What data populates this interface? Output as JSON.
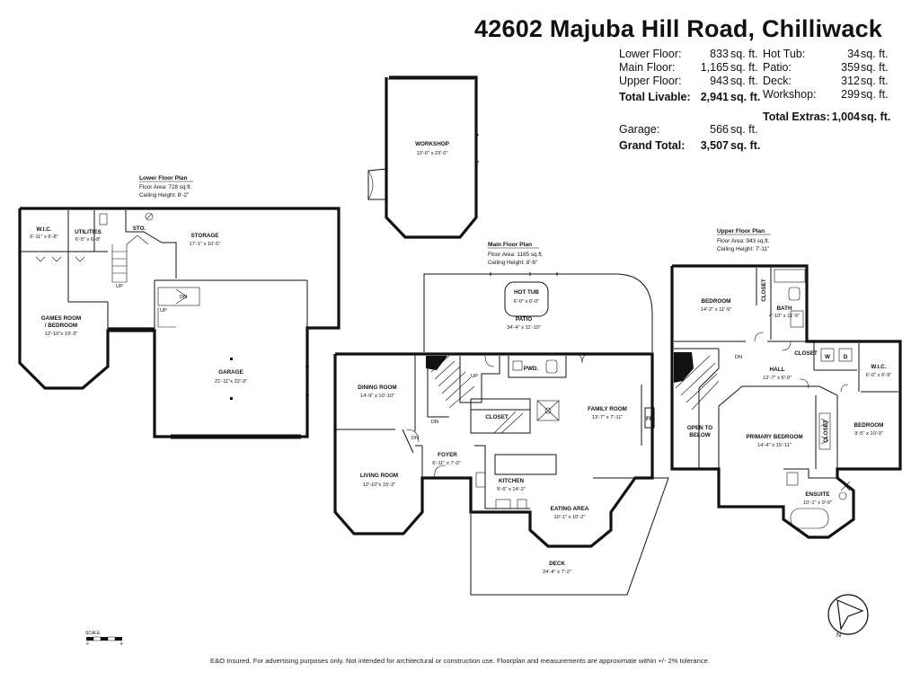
{
  "title": "42602 Majuba Hill Road, Chilliwack",
  "areas": {
    "left": [
      {
        "label": "Lower Floor:",
        "value": "833",
        "unit": "sq. ft.",
        "bold": false
      },
      {
        "label": "Main Floor:",
        "value": "1,165",
        "unit": "sq. ft.",
        "bold": false
      },
      {
        "label": "Upper Floor:",
        "value": "943",
        "unit": "sq. ft.",
        "bold": false
      },
      {
        "label": "Total Livable:",
        "value": "2,941",
        "unit": "sq. ft.",
        "bold": true
      },
      {
        "label": "Garage:",
        "value": "566",
        "unit": "sq. ft.",
        "bold": false
      },
      {
        "label": "Grand Total:",
        "value": "3,507",
        "unit": "sq. ft.",
        "bold": true
      }
    ],
    "right": [
      {
        "label": "Hot Tub:",
        "value": "34",
        "unit": "sq. ft.",
        "bold": false
      },
      {
        "label": "Patio:",
        "value": "359",
        "unit": "sq. ft.",
        "bold": false
      },
      {
        "label": "Deck:",
        "value": "312",
        "unit": "sq. ft.",
        "bold": false
      },
      {
        "label": "Workshop:",
        "value": "299",
        "unit": "sq. ft.",
        "bold": false
      },
      {
        "label": "Total Extras:",
        "value": "1,004",
        "unit": "sq. ft.",
        "bold": true
      }
    ]
  },
  "plans": {
    "lower": {
      "title": "Lower Floor Plan",
      "area": "Floor Area: 728 sq.ft.",
      "ceiling": "Ceiling Height: 8'-2\""
    },
    "main": {
      "title": "Main Floor Plan",
      "area": "Floor Area: 1165 sq.ft.",
      "ceiling": "Ceiling Height: 8'-6\""
    },
    "upper": {
      "title": "Upper Floor Plan",
      "area": "Floor Area: 943 sq.ft.",
      "ceiling": "Ceiling Height: 7'-11\""
    }
  },
  "rooms": {
    "workshop": {
      "name": "WORKSHOP",
      "dim": "13'-0\" x 23'-0\""
    },
    "wic_lower": {
      "name": "W.I.C.",
      "dim": "6'-11\" x 6'-8\""
    },
    "utilities": {
      "name": "UTILITIES",
      "dim": "6'-5\" x 6'-8\""
    },
    "sto": {
      "name": "STO."
    },
    "storage": {
      "name": "STORAGE",
      "dim": "17'-1\" x 10'-5\""
    },
    "games_room": {
      "name": "GAMES ROOM",
      "name2": "/ BEDROOM",
      "dim": "12'-10\"x 19'-3\""
    },
    "garage": {
      "name": "GARAGE",
      "dim": "21'-11\"x 22'-9\""
    },
    "hot_tub": {
      "name": "HOT TUB",
      "dim": "6'-0\" x 6'-0\""
    },
    "patio": {
      "name": "PATIO",
      "dim": "34'-4\" x 11'-10\""
    },
    "pwd": {
      "name": "PWD."
    },
    "dining_room": {
      "name": "DINING ROOM",
      "dim": "14'-9\" x 10'-10\""
    },
    "closet_main": {
      "name": "CLOSET"
    },
    "family_room": {
      "name": "FAMILY ROOM",
      "dim": "13'-7\" x 7'-11\""
    },
    "fp": {
      "name": "FP"
    },
    "foyer": {
      "name": "FOYER",
      "dim": "6'-11\" x 7'-0\""
    },
    "living_room": {
      "name": "LIVING ROOM",
      "dim": "12'-10\"x 15'-2\""
    },
    "kitchen": {
      "name": "KITCHEN",
      "dim": "9'-6\" x 14'-2\""
    },
    "eating_area": {
      "name": "EATING AREA",
      "dim": "10'-1\" x 10'-2\""
    },
    "deck": {
      "name": "DECK",
      "dim": "24'-4\" x 7'-2\""
    },
    "bedroom_1": {
      "name": "BEDROOM",
      "dim": "14'-2\" x 11'-5\""
    },
    "closet_up1": {
      "name": "CLOSET"
    },
    "bath": {
      "name": "BATH",
      "dim": "4'-10\" x 11'-5\""
    },
    "closet_up2": {
      "name": "CLOSET"
    },
    "w": {
      "name": "W"
    },
    "d": {
      "name": "D"
    },
    "wic_upper": {
      "name": "W.I.C.",
      "dim": "6'-0\" x 6'-9\""
    },
    "hall": {
      "name": "HALL",
      "dim": "12'-7\" x 6'-9\""
    },
    "open_to_below": {
      "name": "OPEN TO",
      "name2": "BELOW"
    },
    "primary_bedroom": {
      "name": "PRIMARY BEDROOM",
      "dim": "14'-4\" x 15'-11\""
    },
    "closet_up3": {
      "name": "CLOSET"
    },
    "bedroom_2": {
      "name": "BEDROOM",
      "dim": "9'-5\" x 10'-9\""
    },
    "ensuite": {
      "name": "ENSUITE",
      "dim": "10'-1\" x 9'-9\""
    }
  },
  "markers": {
    "up": "UP",
    "dn": "DN"
  },
  "scale": {
    "label": "SCALE",
    "zero": "0'",
    "five": "5'"
  },
  "compass": {
    "north": "N"
  },
  "footer": "E&O Insured. For advertising purposes only. Not intended for architectural or construction use. Floorplan and measurements are approximate within +/- 2% tolerance."
}
